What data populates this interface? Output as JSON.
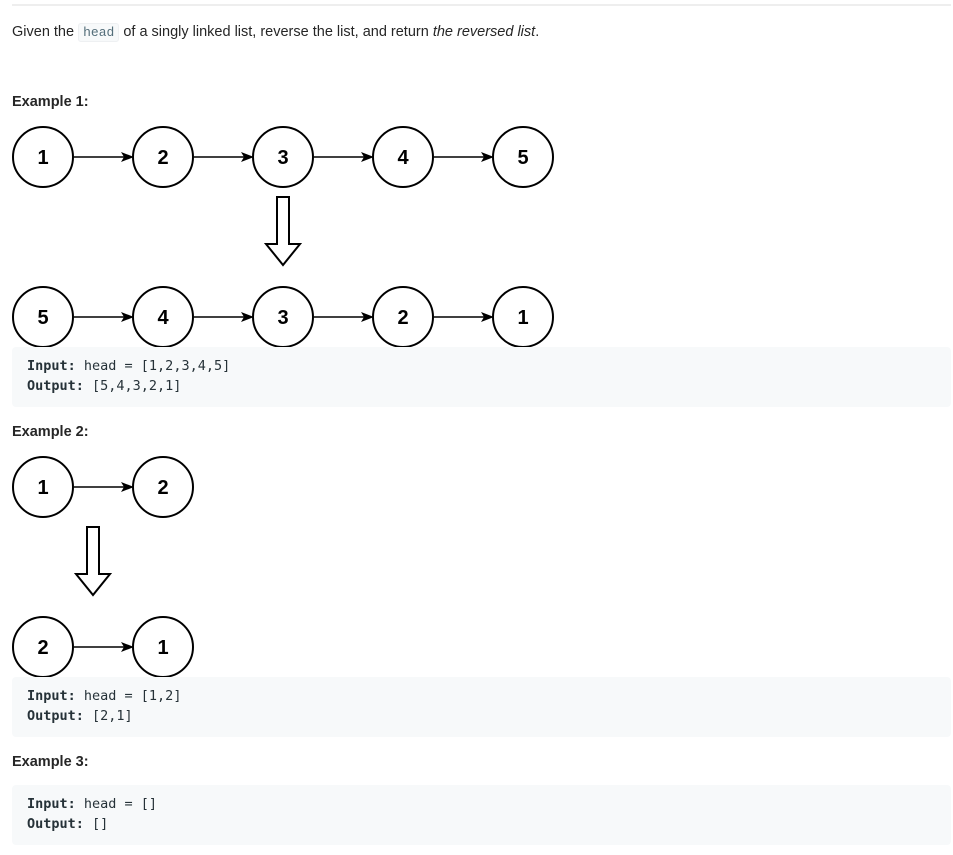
{
  "description": {
    "before": "Given the ",
    "code": "head",
    "middle": " of a singly linked list, reverse the list, and return ",
    "emphasis": "the reversed list",
    "after": "."
  },
  "examples": [
    {
      "heading": "Example 1:",
      "original_list": [
        "1",
        "2",
        "3",
        "4",
        "5"
      ],
      "reversed_list": [
        "5",
        "4",
        "3",
        "2",
        "1"
      ],
      "input_label": "Input:",
      "input_value": " head = [1,2,3,4,5]",
      "output_label": "Output:",
      "output_value": " [5,4,3,2,1]"
    },
    {
      "heading": "Example 2:",
      "original_list": [
        "1",
        "2"
      ],
      "reversed_list": [
        "2",
        "1"
      ],
      "input_label": "Input:",
      "input_value": " head = [1,2]",
      "output_label": "Output:",
      "output_value": " [2,1]"
    },
    {
      "heading": "Example 3:",
      "input_label": "Input:",
      "input_value": " head = []",
      "output_label": "Output:",
      "output_value": " []"
    }
  ]
}
